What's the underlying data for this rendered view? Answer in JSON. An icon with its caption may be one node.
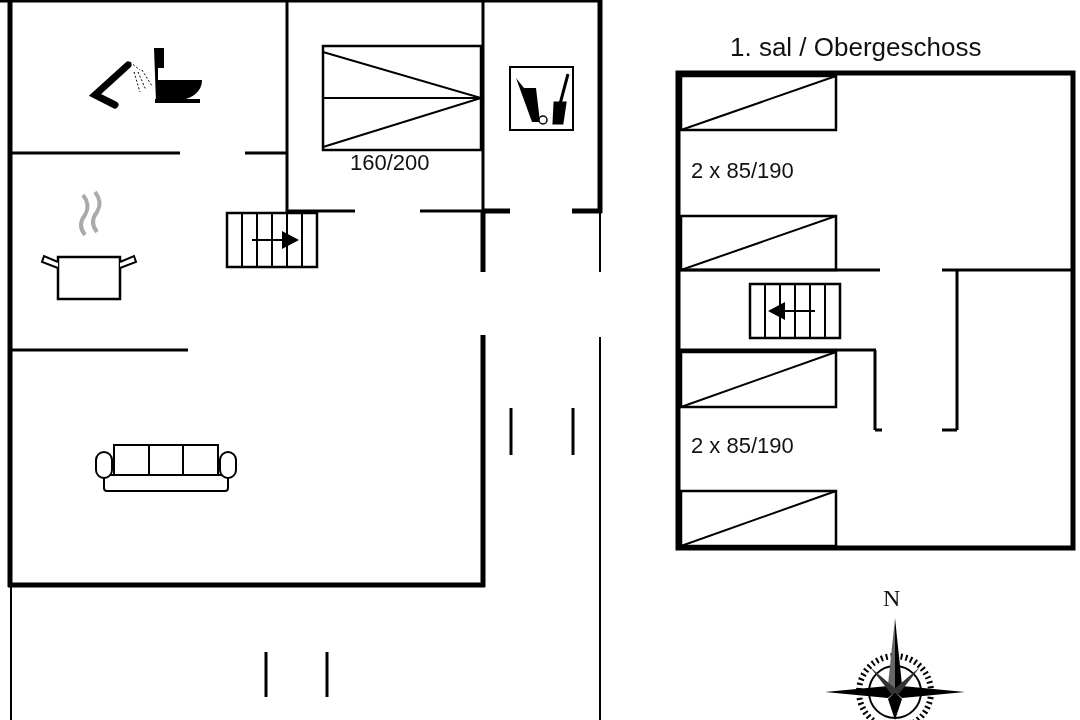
{
  "diagram": {
    "labels": [
      "1. sal / Obergeschoss",
      "160/200",
      "2 x 85/190",
      "2 x 85/190",
      "N"
    ]
  }
}
